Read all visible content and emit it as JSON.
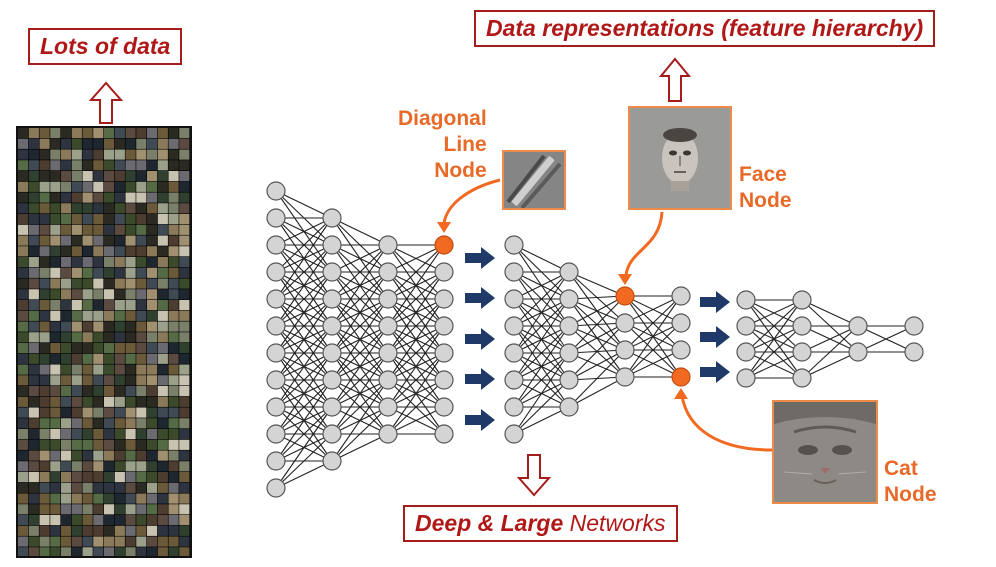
{
  "callouts": {
    "data": "Lots of data",
    "representations": "Data representations (feature hierarchy)",
    "deep_large": "Deep & Large",
    "networks": " Networks"
  },
  "node_labels": {
    "diagonal": [
      "Diagonal",
      "Line",
      "Node"
    ],
    "face": [
      "Face",
      "Node"
    ],
    "cat": [
      "Cat",
      "Node"
    ]
  },
  "colors": {
    "callout_border": "#a51c1c",
    "callout_text": "#b01818",
    "highlight_node": "#f26a21",
    "label_orange": "#e86a28",
    "arrow_navy": "#1f3a68",
    "node_gray": "#d4d4d4"
  },
  "icons": {
    "up_arrow": "hollow-up-arrow-icon",
    "down_arrow": "hollow-down-arrow-icon",
    "right_arrow": "navy-right-arrow-icon"
  }
}
